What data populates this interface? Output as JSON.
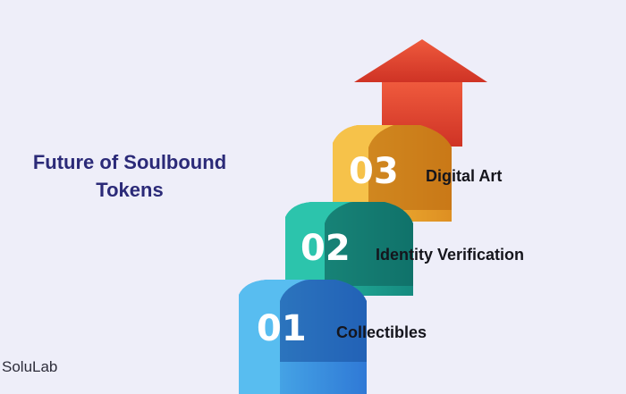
{
  "title": {
    "line1": "Future of Soulbound",
    "line2": "Tokens"
  },
  "steps": [
    {
      "number": "01",
      "label": "Collectibles",
      "color": "#3a8fdd"
    },
    {
      "number": "02",
      "label": "Identity Verification",
      "color": "#1fa596"
    },
    {
      "number": "03",
      "label": "Digital Art",
      "color": "#e7a32c"
    }
  ],
  "arrow": {
    "color": "#e2432f",
    "icon": "arrow-up-icon"
  },
  "logo": "SoluLab"
}
